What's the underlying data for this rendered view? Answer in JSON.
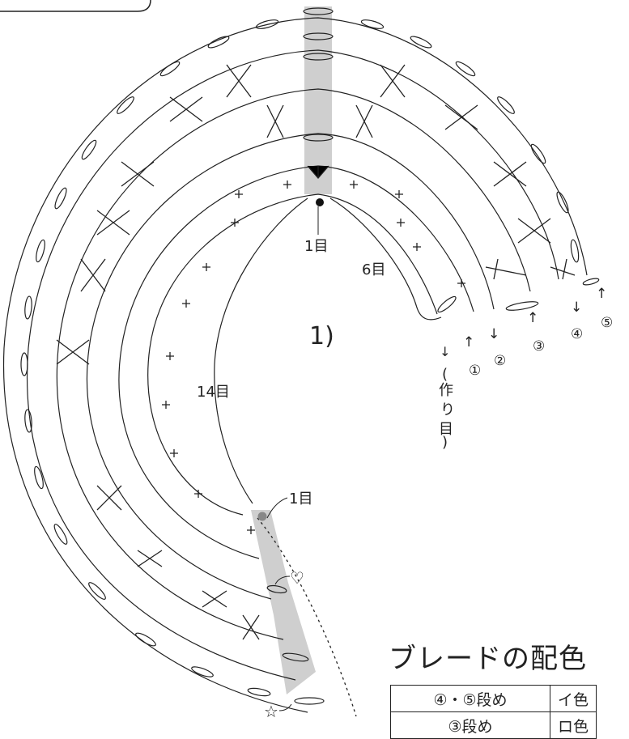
{
  "diagram": {
    "step_label": "1)",
    "labels": {
      "one_top": "1目",
      "six": "6目",
      "fourteen": "14目",
      "one_bottom": "1目",
      "foundation": "(作り目)"
    },
    "row_markers": [
      {
        "num": "①",
        "arrow": "↑"
      },
      {
        "num": "②",
        "arrow": "↓"
      },
      {
        "num": "③",
        "arrow": "↑"
      },
      {
        "num": "④",
        "arrow": "↓"
      },
      {
        "num": "⑤",
        "arrow": "↑"
      }
    ],
    "symbols": {
      "heart": "♡",
      "star": "☆"
    }
  },
  "color_table": {
    "title": "ブレードの配色",
    "rows": [
      {
        "rows_label": "④・⑤段め",
        "color": "イ色"
      },
      {
        "rows_label": "③段め",
        "color": "ロ色"
      }
    ]
  }
}
